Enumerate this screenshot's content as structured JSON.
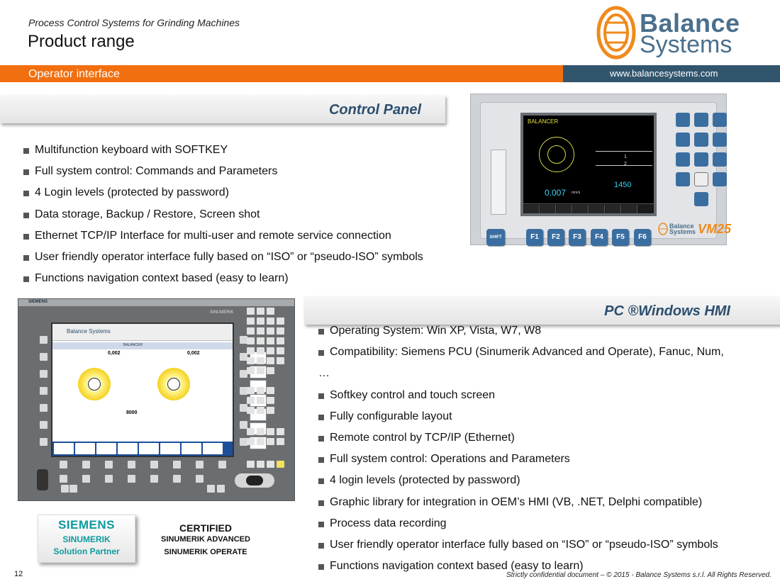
{
  "header": {
    "subtitle": "Process Control Systems for Grinding Machines",
    "title": "Product range",
    "logo": {
      "line1": "Balance",
      "line2": "Systems",
      "color": "#4a6f8c",
      "accent": "#f08a1c"
    }
  },
  "banner": {
    "left_label": "Operator interface",
    "right_label": "www.balancesystems.com",
    "left_color": "#f26f0f",
    "right_color": "#32556e"
  },
  "control_panel": {
    "heading": "Control Panel",
    "bullets": [
      "Multifunction keyboard with SOFTKEY",
      "Full system control: Commands and Parameters",
      "4 Login levels (protected by password)",
      "Data storage, Backup / Restore, Screen shot",
      "Ethernet TCP/IP Interface for multi-user and remote service connection",
      "User friendly operator interface fully based on “ISO” or “pseudo-ISO” symbols",
      "Functions navigation context based (easy to learn)"
    ],
    "device": {
      "screen_title": "BALANCER",
      "value": "0.007",
      "value_unit": "mm/s",
      "rpm": "1450",
      "numbers": [
        "1",
        "2"
      ],
      "fkeys": [
        "F1",
        "F2",
        "F3",
        "F4",
        "F5",
        "F6"
      ],
      "shift_label": "SHIFT",
      "brand": "Balance Systems",
      "model": "VM25"
    }
  },
  "pc_hmi": {
    "heading": "PC ®Windows HMI",
    "bullets": [
      "Operating System: Win XP, Vista, W7, W8",
      "Compatibility: Siemens PCU (Sinumerik Advanced and Operate), Fanuc, Num,",
      "…",
      "Softkey control and touch screen",
      "Fully configurable layout",
      "Remote control by TCP/IP (Ethernet)",
      "Full system control: Operations and Parameters",
      "4 login levels (protected by password)",
      "Graphic library for integration in OEM’s HMI (VB, .NET, Delphi compatible)",
      "Process data recording",
      "User friendly operator interface fully based on “ISO” or “pseudo-ISO” symbols",
      "Functions navigation context based (easy to learn)"
    ],
    "device": {
      "top_label": "SIEMENS",
      "brand_label": "SINUMERIK",
      "app_title": "Balance Systems",
      "bar_label": "BALANCER",
      "value_left": "0,002",
      "value_right": "0,002",
      "rpm": "8000"
    }
  },
  "badge": {
    "line1": "SIEMENS",
    "line2": "SINUMERIK",
    "line3": "Solution Partner"
  },
  "certified": {
    "title": "CERTIFIED",
    "line1": "SINUMERIK ADVANCED",
    "line2": "SINUMERIK OPERATE"
  },
  "footer": {
    "page_number": "12",
    "text": "Strictly confidential document – © 2015 - Balance Systems s.r.l. All Rights Reserved."
  }
}
